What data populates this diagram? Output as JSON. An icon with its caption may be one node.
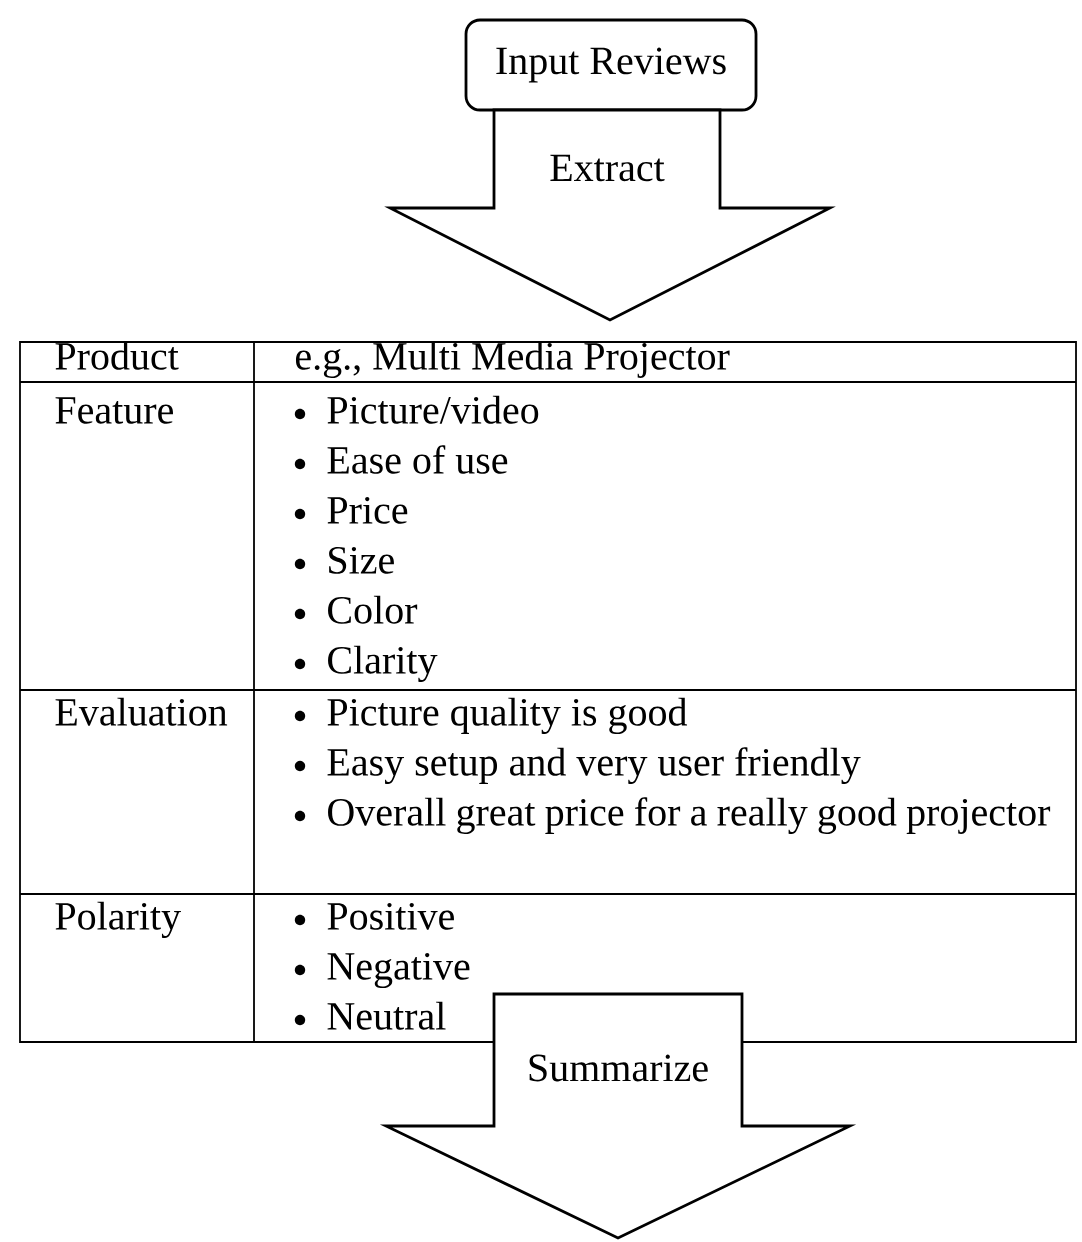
{
  "diagram": {
    "nodes": [
      {
        "text": [
          "Input Reviews"
        ]
      },
      {
        "text": [
          "Extract"
        ]
      },
      {
        "text": [
          "Summarize"
        ]
      }
    ],
    "labels": [
      "Product",
      "e.g., Multi Media Projector",
      "Feature",
      "Picture/video",
      "Ease of use",
      "Price",
      "Size",
      "Color",
      "Clarity",
      "Evaluation",
      "Picture quality is good",
      "Easy setup and very user friendly",
      "Overall great price for a really good projector",
      "Polarity",
      "Positive",
      "Negative",
      "Neutral"
    ]
  }
}
